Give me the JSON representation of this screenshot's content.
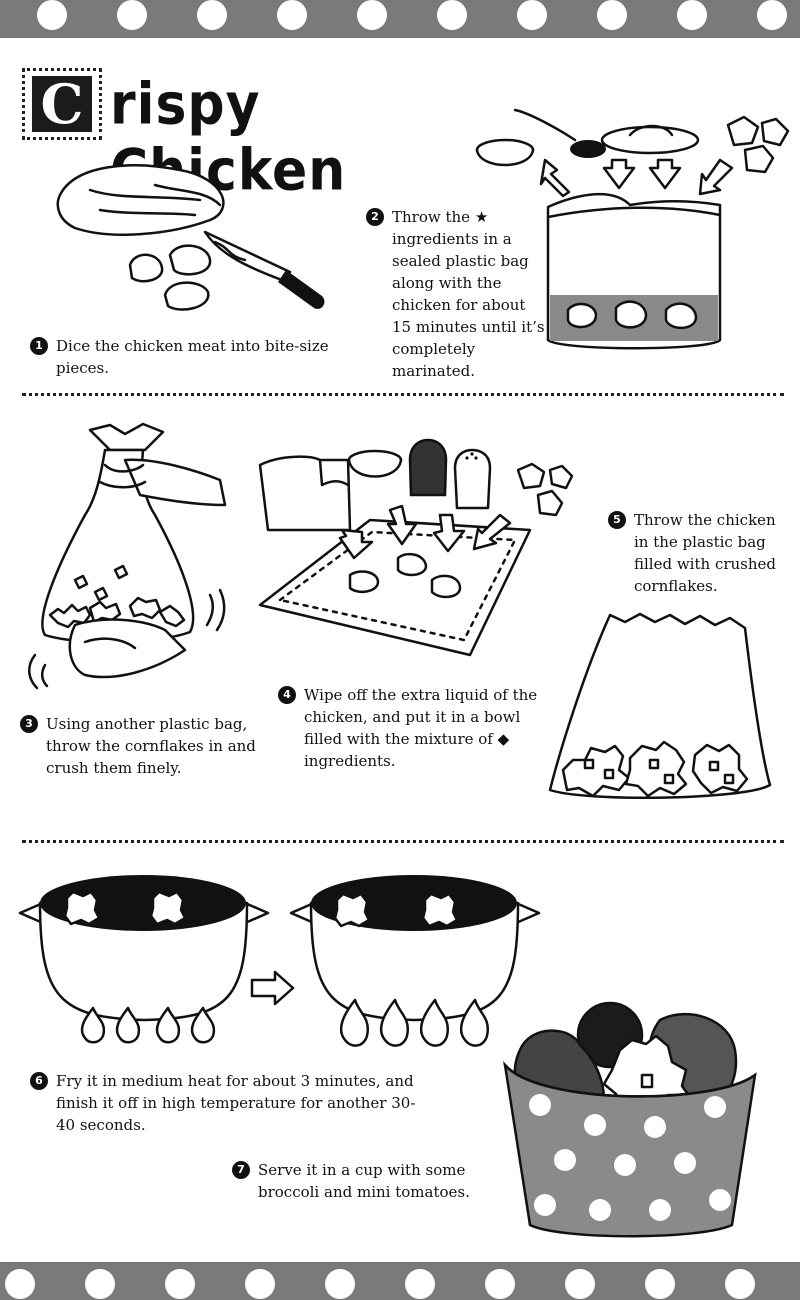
{
  "title": {
    "initial": "C",
    "rest": "rispy Chicken"
  },
  "steps": [
    {
      "num": "1",
      "text": "Dice the chicken meat into bite-size pieces."
    },
    {
      "num": "2",
      "before": "Throw the ",
      "symbol": "★",
      "after": " ingredients in a sealed plastic bag along with the chicken for about 15 minutes until it’s completely marinated."
    },
    {
      "num": "3",
      "text": "Using another plastic bag, throw the cornflakes in and crush them finely."
    },
    {
      "num": "4",
      "before": "Wipe off the extra liquid of the chicken, and put it in a bowl filled with the mixture of ",
      "symbol": "◆",
      "after": " ingredients."
    },
    {
      "num": "5",
      "text": "Throw the chicken in the plastic bag filled with crushed cornflakes."
    },
    {
      "num": "6",
      "text": "Fry it in medium heat for about 3 minutes, and finish it off in high temperature for another 30-40 seconds."
    },
    {
      "num": "7",
      "text": "Serve it in a cup with some broccoli and mini tomatoes."
    }
  ],
  "illustrations": {
    "step1": "raw-chicken-and-knife",
    "step2": "marinade-bag",
    "step3": "hands-crushing-cornflakes-bag",
    "step4": "tray-with-seasoning",
    "step5": "bag-with-coated-chicken",
    "step6": "frying-pots",
    "step7": "serving-cup"
  },
  "colors": {
    "band": "#7a7a7a",
    "ink": "#111111",
    "paper": "#ffffff"
  }
}
